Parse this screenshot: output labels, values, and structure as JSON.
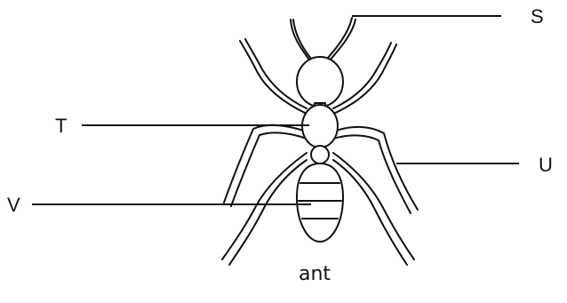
{
  "diagram": {
    "caption": "ant",
    "labels": {
      "s": "S",
      "t": "T",
      "u": "U",
      "v": "V"
    }
  }
}
